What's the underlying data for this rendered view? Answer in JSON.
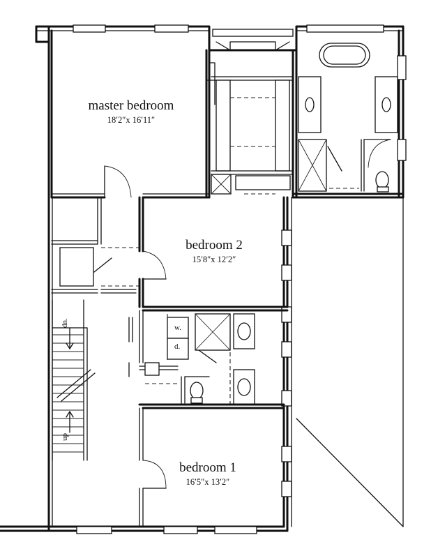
{
  "rooms": {
    "master": {
      "name": "master bedroom",
      "dims": "18′2″x 16′11″"
    },
    "bedroom2": {
      "name": "bedroom 2",
      "dims": "15′8″x 12′2″"
    },
    "bedroom1": {
      "name": "bedroom 1",
      "dims": "16′5″x 13′2″"
    }
  },
  "stairs": {
    "down_label": "dn.",
    "up_label": "up"
  },
  "laundry": {
    "washer_label": "w.",
    "dryer_label": "d."
  }
}
